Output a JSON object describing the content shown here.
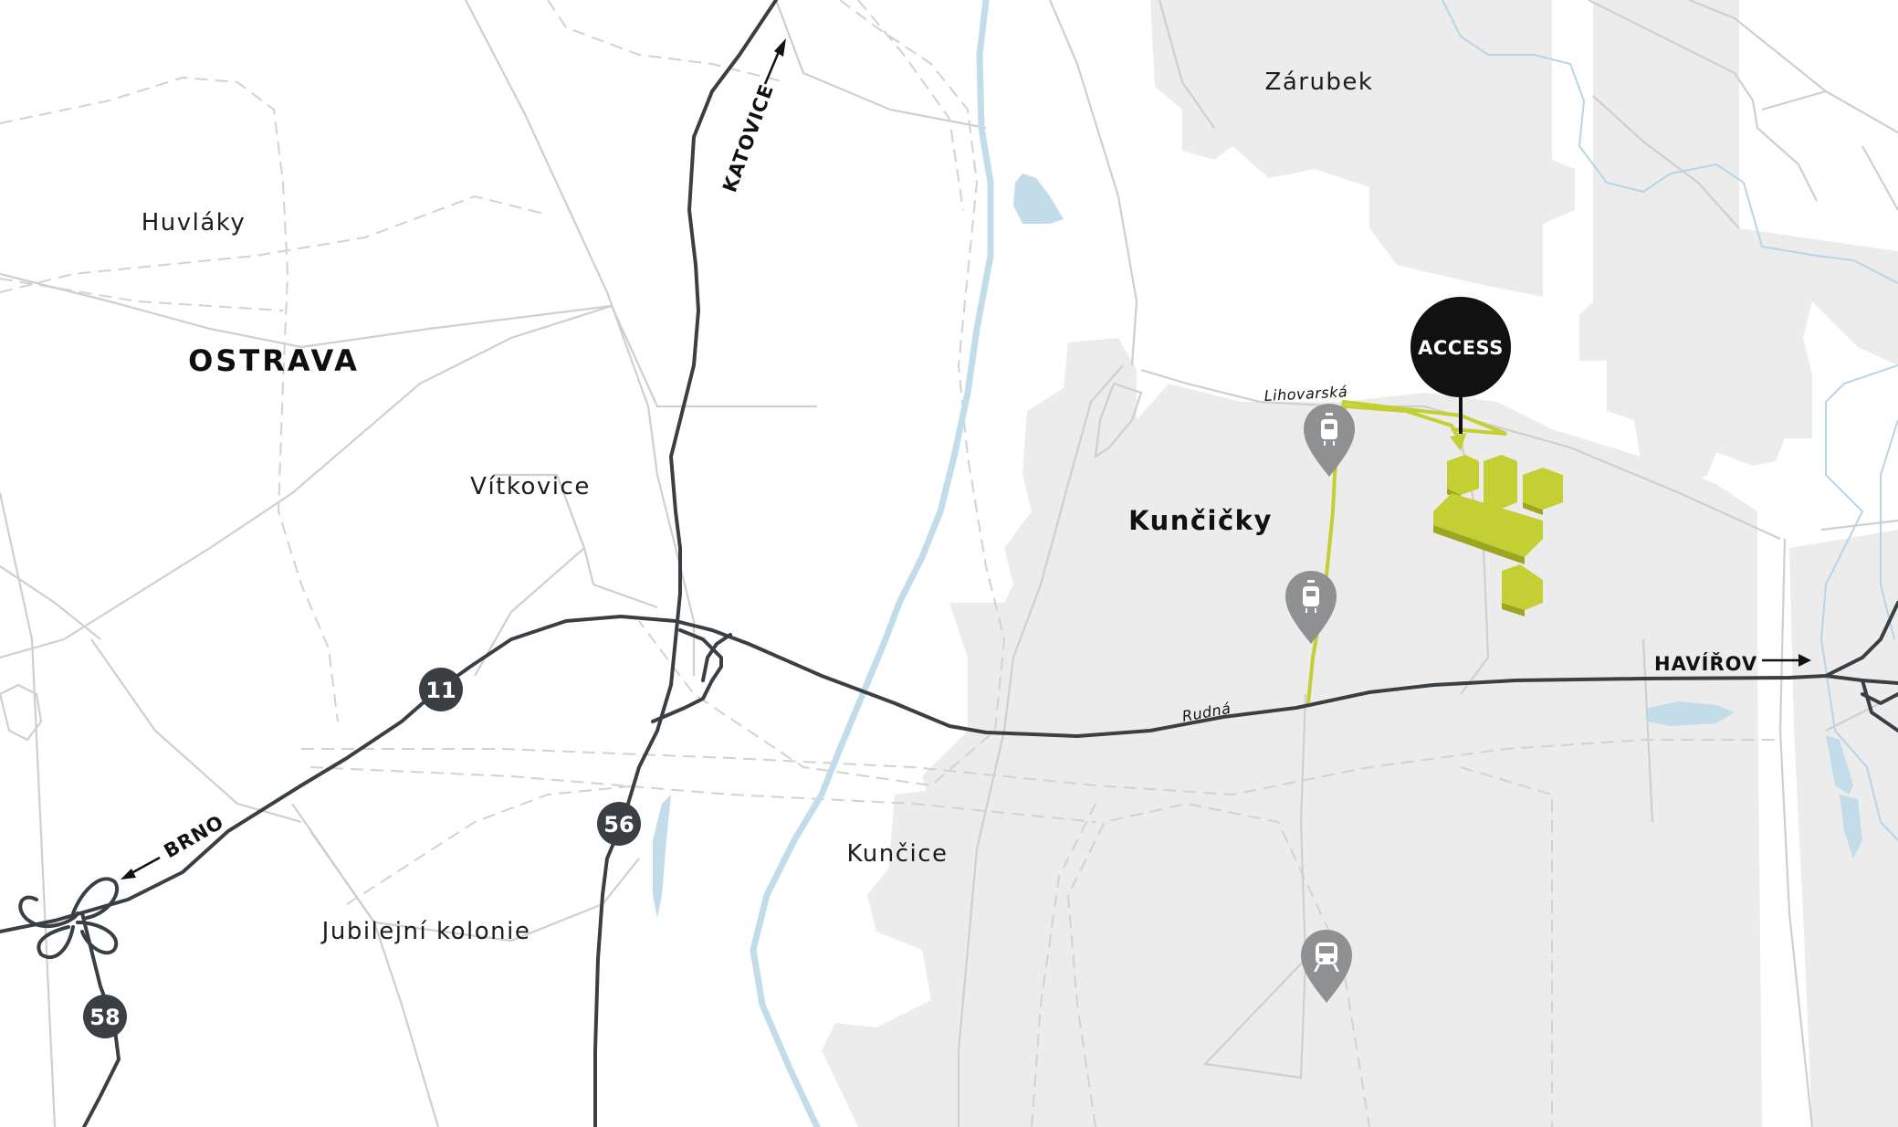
{
  "map": {
    "city": "OSTRAVA",
    "places": [
      "Zárubek",
      "Huvláky",
      "Vítkovice",
      "Kunčice",
      "Jubilejní kolonie"
    ],
    "district": "Kunčičky",
    "streets": [
      "Lihovarská",
      "Rudná"
    ],
    "directions": [
      "KATOVICE",
      "HAVÍŘOV",
      "BRNO"
    ],
    "route_badges": [
      "11",
      "56",
      "58"
    ],
    "access_label": "ACCESS",
    "stops": [
      {
        "type": "tram",
        "icon": "tram-stop-icon"
      },
      {
        "type": "tram",
        "icon": "tram-stop-icon"
      },
      {
        "type": "train",
        "icon": "train-station-icon"
      }
    ]
  },
  "colors": {
    "access_route": "#c4cf34",
    "buildings": "#c4cf34",
    "highway": "#3a3f44",
    "water": "#c3dcea",
    "industrial_area": "#ececed",
    "badge": "#3a3f44",
    "pin": "#8f9091"
  }
}
